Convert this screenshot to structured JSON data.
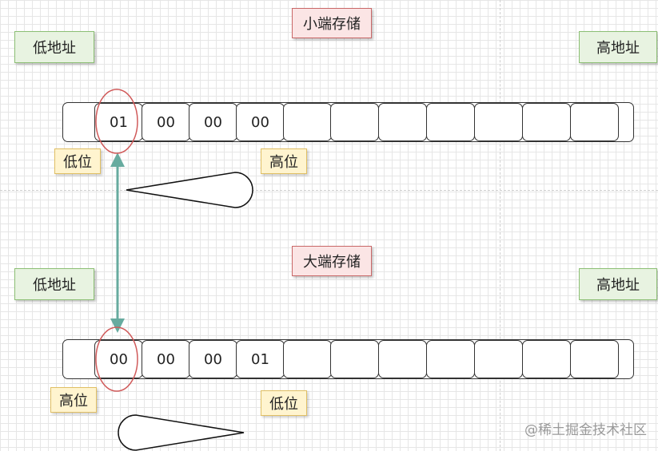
{
  "top": {
    "title": "小端存储",
    "low_address": "低地址",
    "high_address": "高地址",
    "cells": [
      "01",
      "00",
      "00",
      "00",
      "",
      "",
      "",
      "",
      "",
      "",
      ""
    ],
    "low_bit": "低位",
    "high_bit": "高位"
  },
  "bottom": {
    "title": "大端存储",
    "low_address": "低地址",
    "high_address": "高地址",
    "cells": [
      "00",
      "00",
      "00",
      "01",
      "",
      "",
      "",
      "",
      "",
      "",
      ""
    ],
    "high_bit": "高位",
    "low_bit": "低位"
  },
  "watermark": "@稀土掘金技术社区",
  "colors": {
    "connector": "#67ab9f",
    "circle": "#d05a5a",
    "grid": "#e6e6e6"
  }
}
